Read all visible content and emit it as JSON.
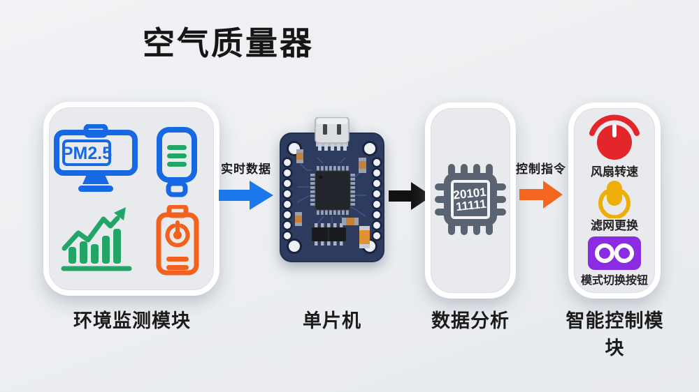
{
  "title": "空气质量器",
  "env": {
    "label": "环境监测模块",
    "pm25": "PM2.5"
  },
  "arrows": {
    "realtime": {
      "label": "实时数据"
    },
    "command": {
      "label": "控制指令"
    }
  },
  "mcu": {
    "label": "单片机"
  },
  "analysis": {
    "label": "数据分析",
    "chip_line1": "20101",
    "chip_line2": "11111"
  },
  "control": {
    "label": "智能控制模块",
    "items": [
      {
        "icon": "fan-knob-icon",
        "label": "风扇转速"
      },
      {
        "icon": "filter-icon",
        "label": "滤网更换"
      },
      {
        "icon": "mode-switch-icon",
        "label": "模式切换按钮"
      }
    ]
  },
  "colors": {
    "background": "#edeff2",
    "box_fill": "#e8eaed",
    "box_border": "#ffffff",
    "icon_blue": "#1668e3",
    "icon_green": "#22a567",
    "icon_orange": "#f2611d",
    "arrow_blue": "#1b78ea",
    "arrow_black": "#111111",
    "arrow_orange": "#f4661f",
    "knob_red": "#e32629",
    "filter_yellow": "#eeae08",
    "switch_purple": "#8a2ce2",
    "chip_slate": "#5a6372",
    "board_navy": "#2d3c5e",
    "text_dark": "#1b1b1b"
  }
}
